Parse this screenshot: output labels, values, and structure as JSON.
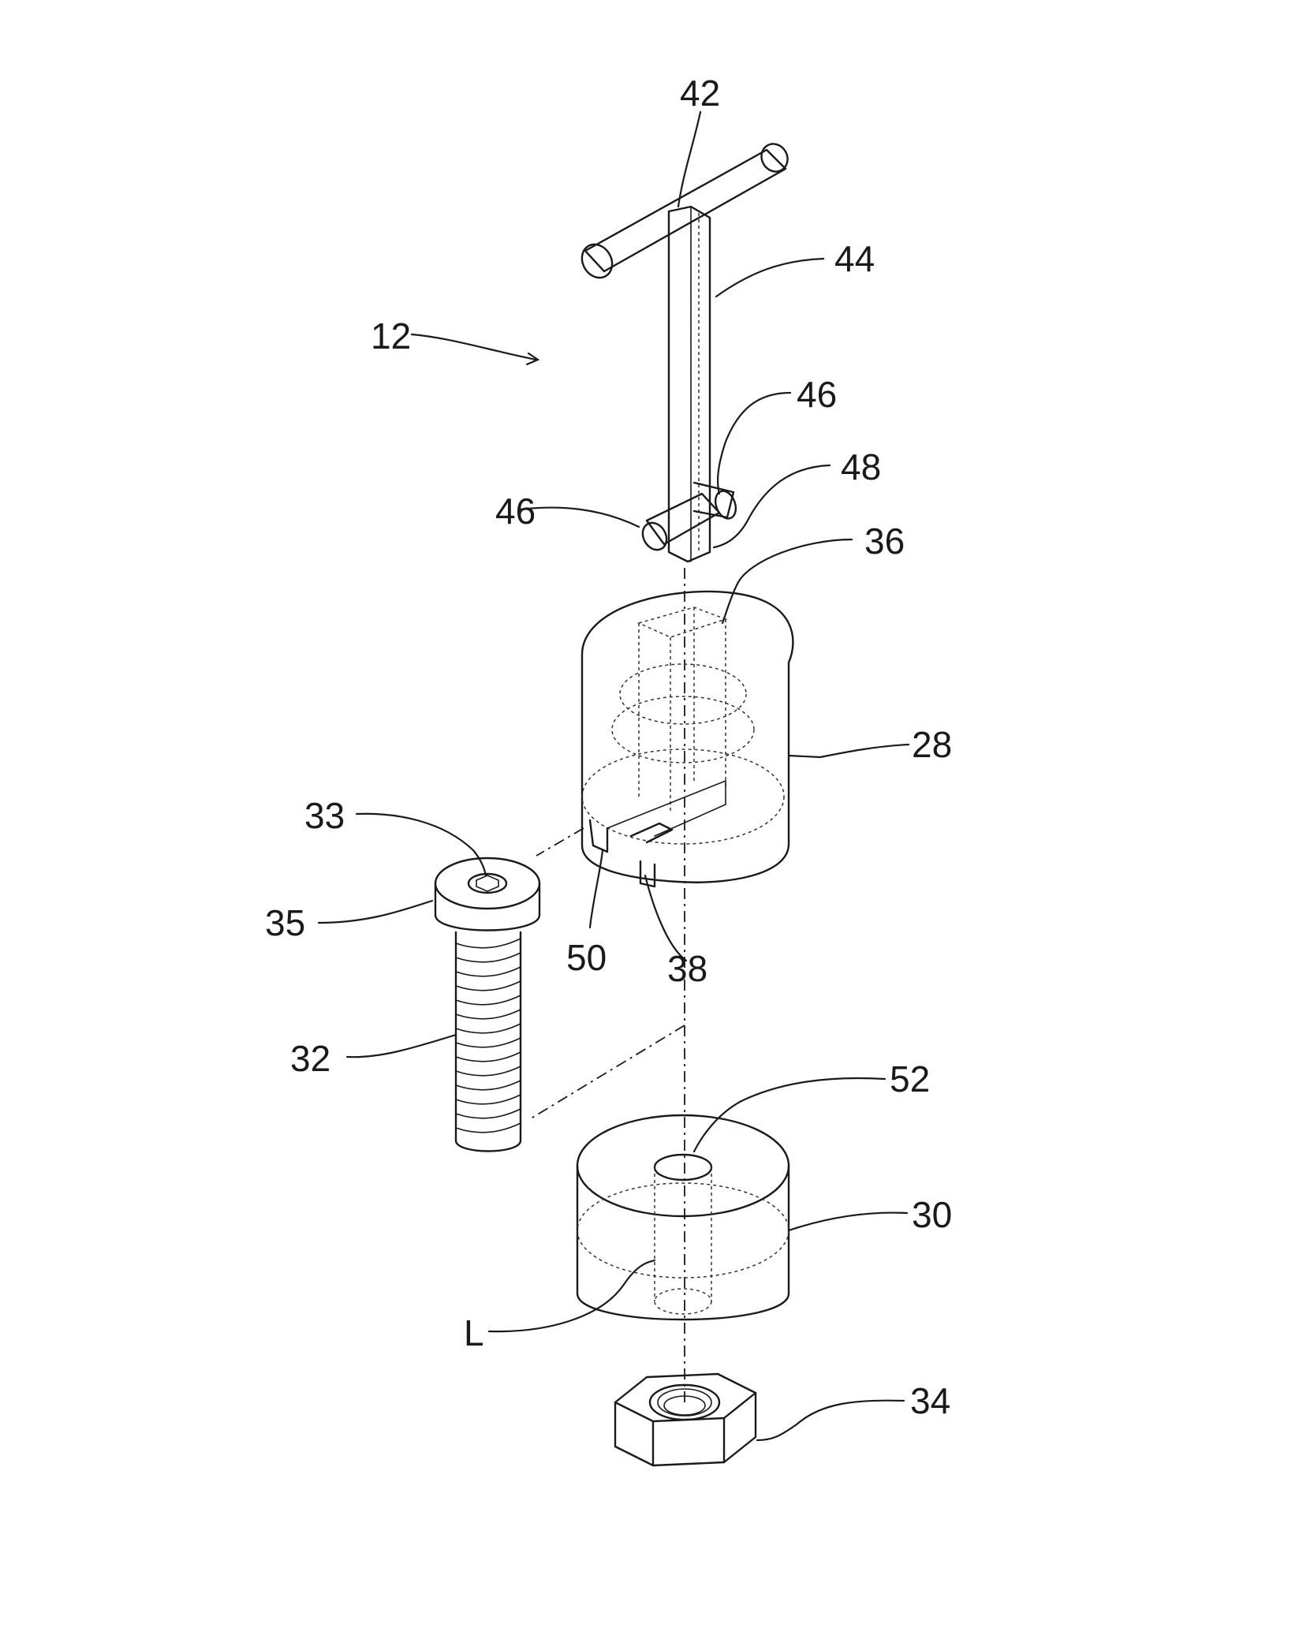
{
  "labels": {
    "l42": "42",
    "l44": "44",
    "l12": "12",
    "l46a": "46",
    "l46b": "46",
    "l48": "48",
    "l36": "36",
    "l28": "28",
    "l33": "33",
    "l35": "35",
    "l32": "32",
    "l50": "50",
    "l38": "38",
    "l52": "52",
    "l30": "30",
    "lL": "L",
    "l34": "34"
  }
}
